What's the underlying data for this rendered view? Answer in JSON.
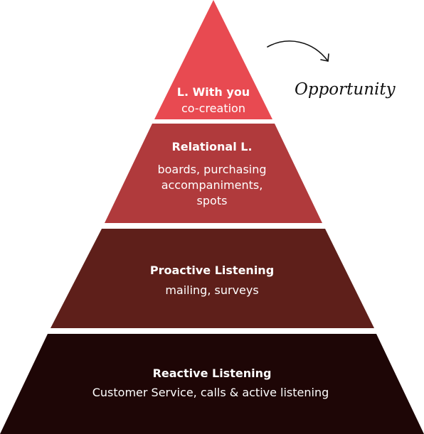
{
  "pyramid": {
    "tiers": [
      {
        "title": "L. With you",
        "description": [
          "co-creation"
        ],
        "color": "#e84a51"
      },
      {
        "title": "Relational L.",
        "description": [
          "boards, purchasing",
          "accompaniments,",
          "spots"
        ],
        "color": "#b03a3c"
      },
      {
        "title": "Proactive Listening",
        "description": [
          "mailing, surveys"
        ],
        "color": "#5e1f1a"
      },
      {
        "title": "Reactive Listening",
        "description": [
          "Customer Service, calls & active listening"
        ],
        "color": "#1e0606"
      }
    ]
  },
  "annotation": {
    "label": "Opportunity",
    "icon": "curved-arrow-icon"
  }
}
